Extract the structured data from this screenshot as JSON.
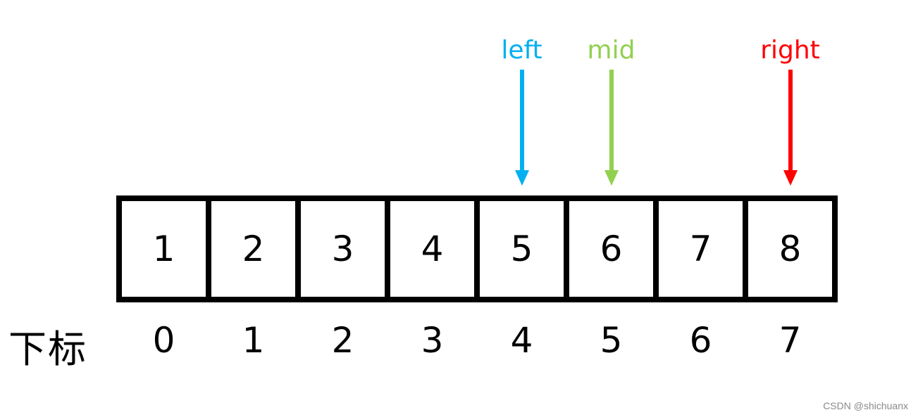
{
  "array": {
    "values": [
      "1",
      "2",
      "3",
      "4",
      "5",
      "6",
      "7",
      "8"
    ]
  },
  "indices": {
    "label": "下标",
    "values": [
      "0",
      "1",
      "2",
      "3",
      "4",
      "5",
      "6",
      "7"
    ]
  },
  "pointers": {
    "left": {
      "label": "left",
      "index": 4,
      "color": "#00b0f0"
    },
    "mid": {
      "label": "mid",
      "index": 5,
      "color": "#92d050"
    },
    "right": {
      "label": "right",
      "index": 7,
      "color": "#ff0000"
    }
  },
  "watermark": "CSDN @shichuanx"
}
